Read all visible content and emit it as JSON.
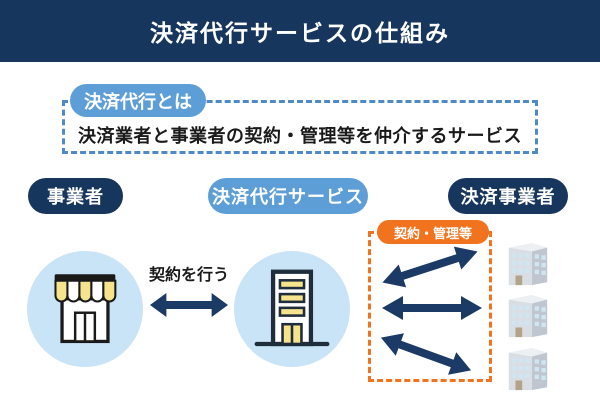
{
  "header": {
    "title": "決済代行サービスの仕組み"
  },
  "definition": {
    "badge": "決済代行とは",
    "description": "決済業者と事業者の契約・管理等を仲介するサービス"
  },
  "labels": {
    "merchant": "事業者",
    "agency": "決済代行サービス",
    "provider": "決済事業者"
  },
  "annotations": {
    "contract": "契約を行う",
    "management": "契約・管理等"
  },
  "icons": {
    "merchant": "storefront-icon",
    "agency": "office-building-icon",
    "provider": "corporate-building-icon",
    "arrows": "double-headed-arrow-icon"
  },
  "colors": {
    "navy": "#17365d",
    "pill_blue": "#5e9ed6",
    "circle_blue": "#c9e3f7",
    "dashed_blue": "#4e89c8",
    "orange": "#f1731e",
    "yellow": "#f5e48c",
    "arrow_navy": "#1b3a66",
    "text_dark": "#1a1a1a"
  }
}
